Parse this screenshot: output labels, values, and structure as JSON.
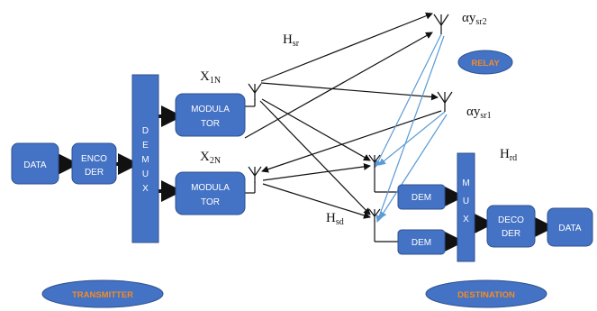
{
  "colors": {
    "block": "#4472c4",
    "block_border": "#2f528f",
    "arrow": "#111111",
    "relay_link": "#5b9bd5",
    "oval_text": "#f28c28"
  },
  "blocks": {
    "data_in": [
      "DATA"
    ],
    "encoder": [
      "ENCO",
      "DER"
    ],
    "demux": [
      "D",
      "E",
      "M",
      "U",
      "X"
    ],
    "modulator1": [
      "MODULA",
      "TOR"
    ],
    "modulator2": [
      "MODULA",
      "TOR"
    ],
    "dem1": [
      "DEM"
    ],
    "dem2": [
      "DEM"
    ],
    "mux": [
      "M",
      "U",
      "X"
    ],
    "decoder": [
      "DECO",
      "DER"
    ],
    "data_out": [
      "DATA"
    ]
  },
  "labels": {
    "x1n": {
      "main": "X",
      "sub": "1N"
    },
    "x2n": {
      "main": "X",
      "sub": "2N"
    },
    "hsr": {
      "main": "H",
      "sub": "sr"
    },
    "hsd": {
      "main": "H",
      "sub": "sd"
    },
    "hrd": {
      "main": "H",
      "sub": "rd"
    },
    "ay_sr2": {
      "main": "αy",
      "sub": "sr2"
    },
    "ay_sr1": {
      "main": "αy",
      "sub": "sr1"
    }
  },
  "ovals": {
    "relay": "RELAY",
    "transmitter": "TRANSMITTER",
    "destination": "DESTINATION"
  },
  "icons": {
    "antenna": "antenna-icon"
  }
}
